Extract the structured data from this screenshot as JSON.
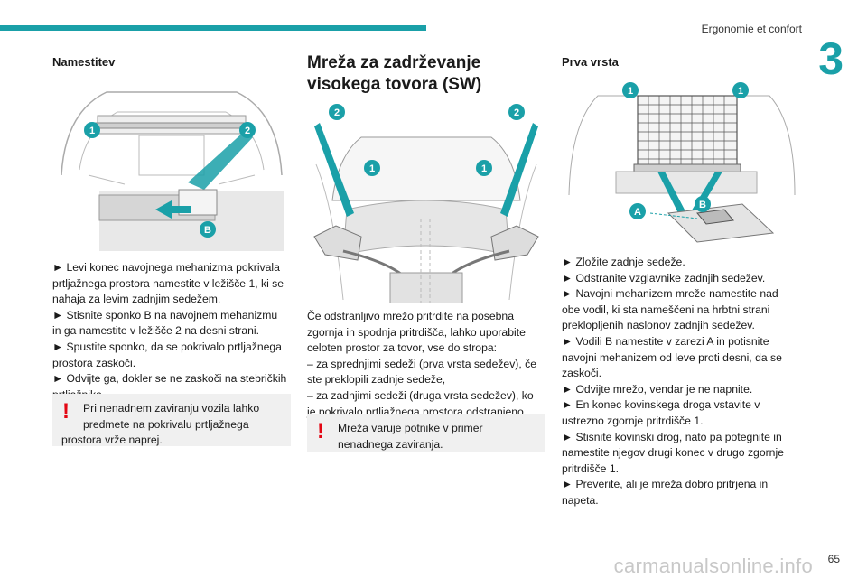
{
  "header": {
    "section_title": "Ergonomie et confort",
    "chapter_number": "3"
  },
  "col1": {
    "heading": "Namestitev",
    "figure_labels": {
      "one": "1",
      "two": "2",
      "b": "B"
    },
    "lines": [
      "► Levi konec navojnega mehanizma pokrivala",
      "prtljažnega prostora namestite v ležišče 1, ki se",
      "nahaja za levim zadnjim sedežem.",
      "► Stisnite sponko B na navojnem mehanizmu",
      "in ga namestite v ležišče 2 na desni strani.",
      "► Spustite sponko, da se pokrivalo prtljažnega",
      "prostora zaskoči.",
      "► Odvijte ga, dokler se ne zaskoči na stebričkih",
      "prtljažnika."
    ],
    "warning_mark": "!",
    "warning_lines": [
      "Pri nenadnem zaviranju vozila lahko",
      "predmete na pokrivalu prtljažnega",
      "prostora vrže naprej."
    ]
  },
  "col2": {
    "heading_line1": "Mreža za zadrževanje",
    "heading_line2": "visokega tovora (SW)",
    "figure_labels": {
      "one": "1",
      "two": "2"
    },
    "lines": [
      "Če odstranljivo mrežo pritrdite na posebna",
      "zgornja in spodnja pritrdišča, lahko uporabite",
      "celoten prostor za tovor, vse do stropa:",
      "– za sprednjimi sedeži (prva vrsta sedežev), če",
      "ste preklopili zadnje sedeže,",
      "– za zadnjimi sedeži (druga vrsta sedežev), ko",
      "je pokrivalo prtljažnega prostora odstranjeno."
    ],
    "warning_mark": "!",
    "warning_lines": [
      "Mreža varuje potnike v primer",
      "nenadnega zaviranja."
    ]
  },
  "col3": {
    "heading": "Prva vrsta",
    "figure_labels": {
      "one": "1",
      "a": "A",
      "b": "B"
    },
    "lines": [
      "► Zložite zadnje sedeže.",
      "► Odstranite vzglavnike zadnjih sedežev.",
      "► Navojni mehanizem mreže namestite nad",
      "obe vodil, ki sta nameščeni na hrbtni strani",
      "preklopljenih naslonov zadnjih sedežev.",
      "► Vodili B namestite v zarezi A in potisnite",
      "navojni mehanizem od leve proti desni, da se",
      "zaskoči.",
      "► Odvijte mrežo, vendar je ne napnite.",
      "► En konec kovinskega droga vstavite v",
      "ustrezno zgornje pritrdišče 1.",
      "► Stisnite kovinski drog, nato pa potegnite in",
      "namestite njegov drugi konec v drugo zgornje",
      "pritrdišče 1.",
      "► Preverite, ali je mreža dobro pritrjena in",
      "napeta."
    ]
  },
  "footer": {
    "page_number": "65",
    "watermark": "carmanualsonline.info"
  },
  "colors": {
    "accent": "#1aa0a8",
    "warning": "#e30613",
    "box_bg": "#f0f0f0"
  }
}
